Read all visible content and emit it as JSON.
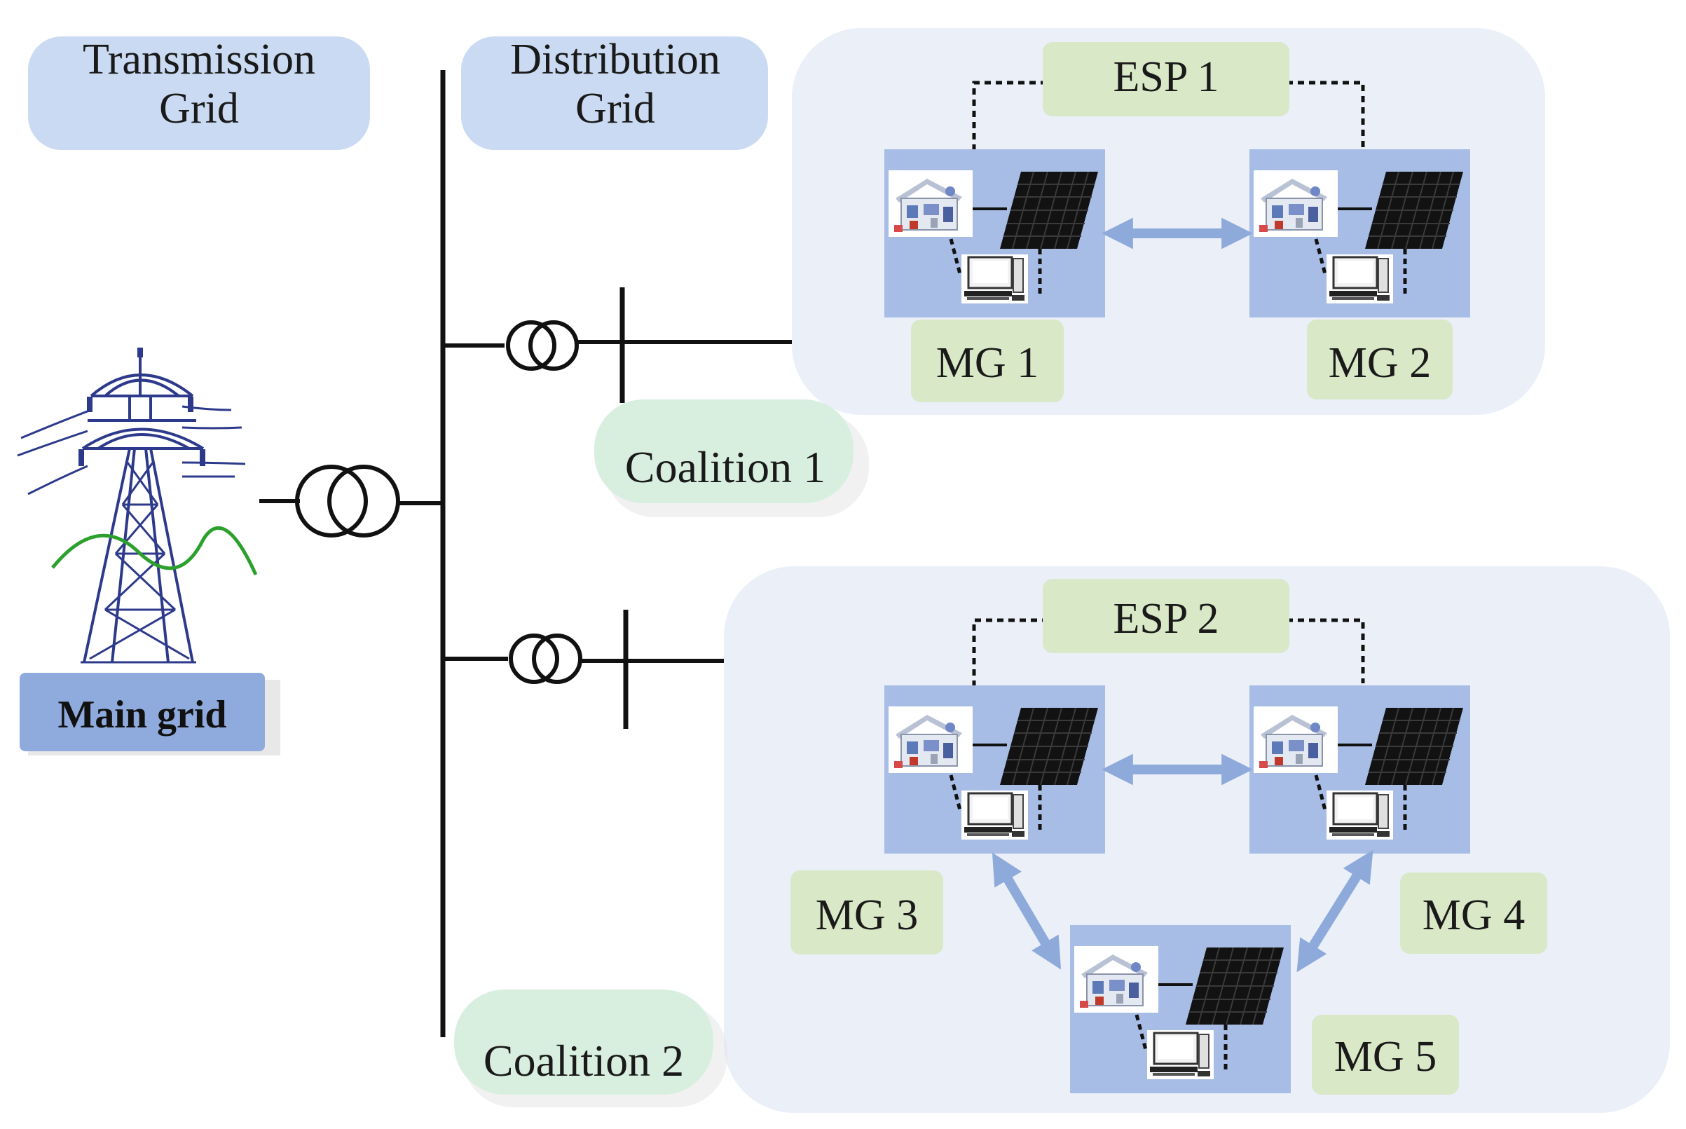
{
  "labels": {
    "transmission_line1": "Transmission",
    "transmission_line2": "Grid",
    "distribution_line1": "Distribution",
    "distribution_line2": "Grid",
    "main_grid": "Main grid",
    "coalition1": "Coalition 1",
    "coalition2": "Coalition 2"
  },
  "coalitions": [
    {
      "name": "Coalition 1",
      "esp": "ESP 1",
      "microgrids": [
        "MG 1",
        "MG 2"
      ]
    },
    {
      "name": "Coalition 2",
      "esp": "ESP 2",
      "microgrids": [
        "MG 3",
        "MG 4",
        "MG 5"
      ]
    }
  ],
  "colors": {
    "label_box": "#c9daf2",
    "coalition_bg": "#eaeff8",
    "esp_box": "#d9e8c6",
    "mg_box": "#d9e8c6",
    "coalition_tag": "#d8efe0",
    "mg_panel": "#a7bde6",
    "main_grid_box": "#8faadc",
    "arrow": "#8eaadb",
    "tower": "#2d3a8c",
    "wave": "#2ca02c",
    "line": "#111111"
  },
  "icons": [
    "transmission-tower-icon",
    "transformer-icon",
    "house-icon",
    "solar-panel-icon",
    "computer-icon"
  ]
}
